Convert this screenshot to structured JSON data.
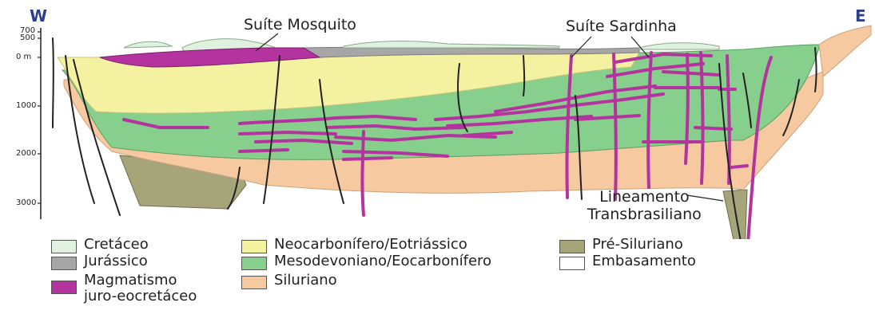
{
  "directions": {
    "west": "W",
    "east": "E"
  },
  "depth_ticks": [
    "700",
    "500",
    "0 m",
    "1000",
    "2000",
    "3000"
  ],
  "annotations": {
    "suite_mosquito": "Suíte Mosquito",
    "suite_sardinha": "Suíte Sardinha",
    "lineament_line1": "Lineamento",
    "lineament_line2": "Transbrasiliano"
  },
  "legend": {
    "cretaceo": {
      "label": "Cretáceo",
      "color": "#dff2df"
    },
    "jurassico": {
      "label": "Jurássico",
      "color": "#a6a6a6"
    },
    "magmatismo": {
      "label_line1": "Magmatismo",
      "label_line2": "juro-eocretáceo",
      "color": "#b5339f"
    },
    "neocarbonifero": {
      "label": "Neocarbonífero/Eotriássico",
      "color": "#f4f1a0"
    },
    "mesodevoniano": {
      "label": "Mesodevoniano/Eocarbonífero",
      "color": "#86cf8c"
    },
    "siluriano": {
      "label": "Siluriano",
      "color": "#f7c9a0"
    },
    "pre_siluriano": {
      "label": "Pré-Siluriano",
      "color": "#a6a57a"
    },
    "embasamento": {
      "label": "Embasamento",
      "color": "#ffffff"
    }
  }
}
